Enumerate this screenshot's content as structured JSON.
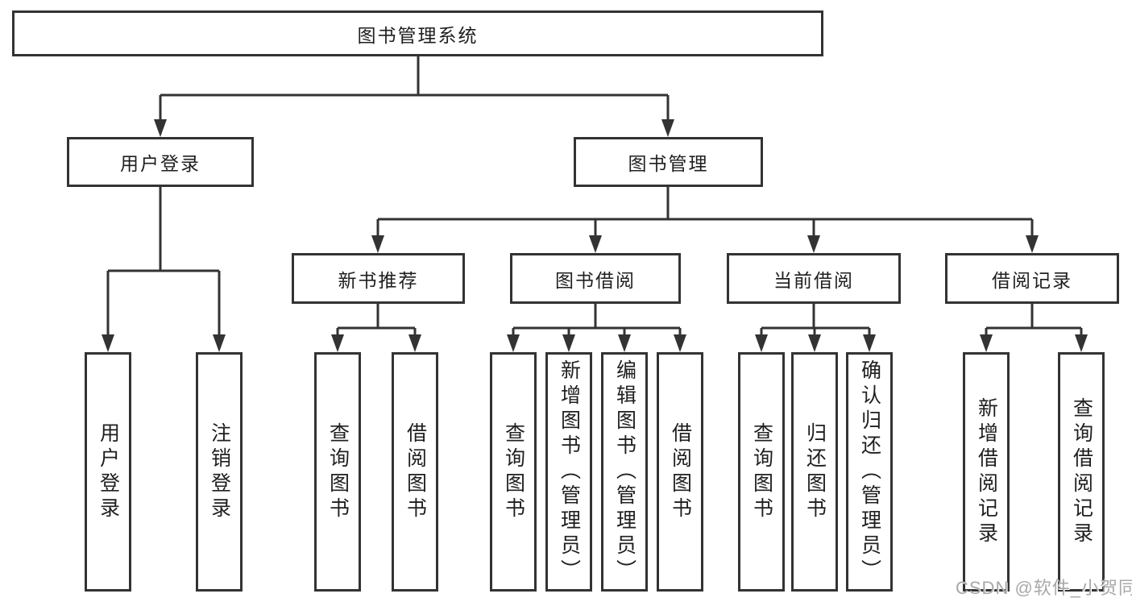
{
  "diagram": {
    "root": {
      "label": "图书管理系统"
    },
    "branches": [
      {
        "label": "用户登录",
        "children": [
          "用户登录",
          "注销登录"
        ]
      },
      {
        "label": "图书管理",
        "sections": [
          {
            "label": "新书推荐",
            "children": [
              "查询图书",
              "借阅图书"
            ]
          },
          {
            "label": "图书借阅",
            "children": [
              "查询图书",
              "新增图书（管理员）",
              "编辑图书（管理员）",
              "借阅图书"
            ]
          },
          {
            "label": "当前借阅",
            "children": [
              "查询图书",
              "归还图书",
              "确认归还（管理员）"
            ]
          },
          {
            "label": "借阅记录",
            "children": [
              "新增借阅记录",
              "查询借阅记录"
            ]
          }
        ]
      }
    ]
  },
  "watermark": {
    "text": "CSDN @软件_小贺同学"
  },
  "colors": {
    "line": "#333333",
    "text": "#1f1f1f",
    "watermark": "#a8a8a8",
    "background": "#ffffff"
  }
}
